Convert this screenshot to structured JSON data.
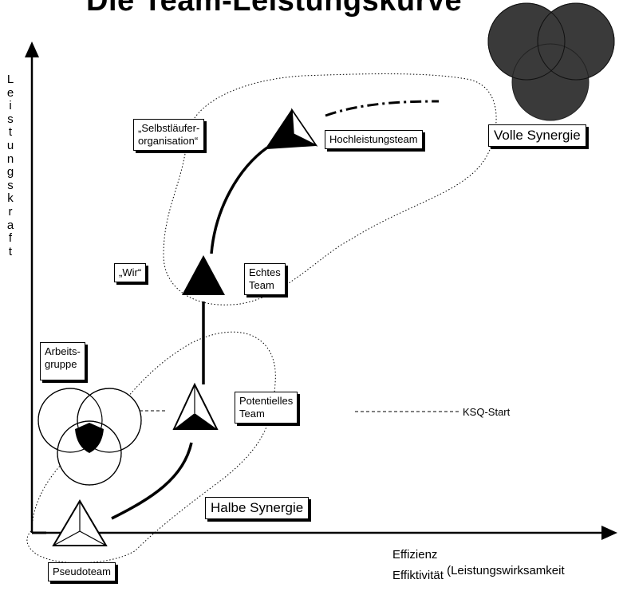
{
  "title": "Die Team-Leistungskurve",
  "y_axis_label": "Leistungskraft",
  "x_axis_label": {
    "line1": "Effizienz",
    "line2": "Effiktivität",
    "line2_suffix": "(Leistungswirksamkeit"
  },
  "stages": {
    "arbeitsgruppe": "Arbeits-\ngruppe",
    "pseudoteam": "Pseudoteam",
    "potentielles_team": "Potentielles\nTeam",
    "echtes_team": "Echtes\nTeam",
    "hochleistungsteam": "Hochleistungsteam"
  },
  "labels": {
    "selbstlaeufer": "„Selbstläufer-\norganisation“",
    "wir": "„Wir“",
    "ksq_start": "KSQ-Start",
    "halbe_synergie": "Halbe Synergie",
    "volle_synergie": "Volle Synergie"
  },
  "colors": {
    "foreground": "#000000",
    "background": "#ffffff",
    "venn_dark": "#3a3a3a"
  }
}
